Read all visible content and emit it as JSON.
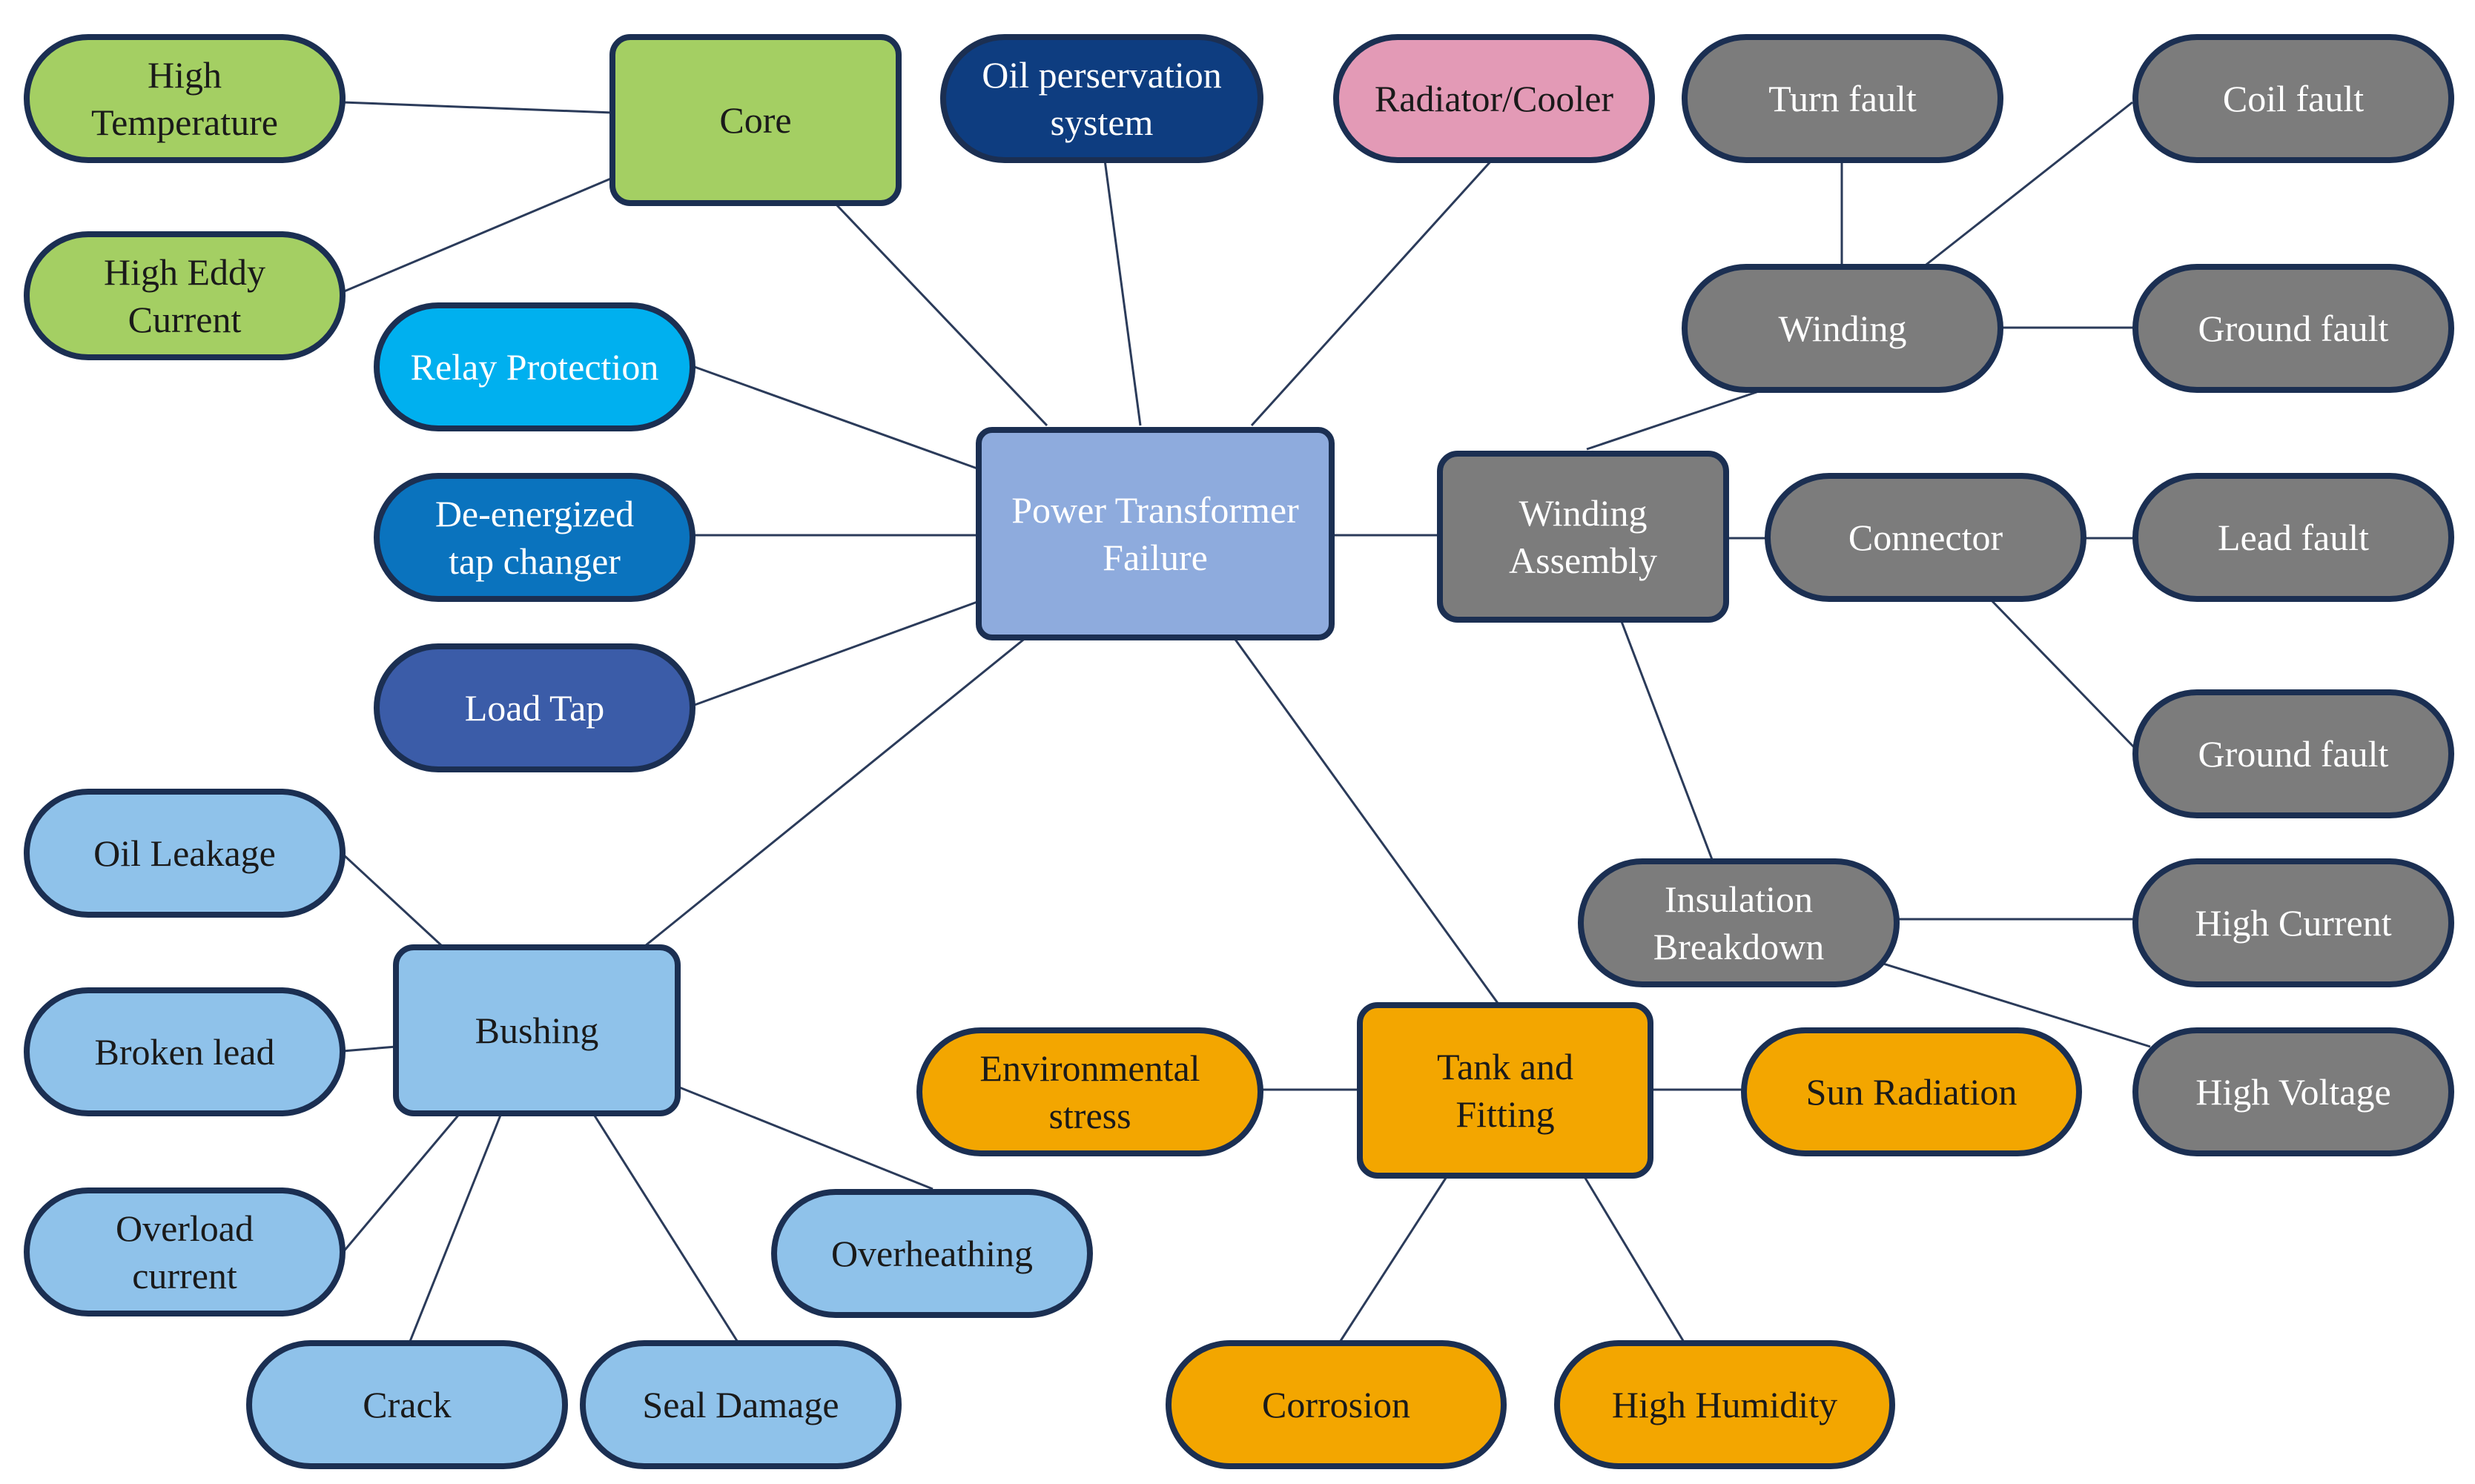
{
  "palette": {
    "green": "#a4cf63",
    "navy": "#0e3d80",
    "pink": "#e39ab6",
    "gray": "#7c7c7c",
    "center": "#8eabdd",
    "cyan": "#00b0ef",
    "blue": "#0a73be",
    "royal": "#3b5ca8",
    "lightblue": "#8fc2ea",
    "orange": "#f3a600",
    "stroke": "#1b2f52",
    "line": "#2b3b5a",
    "text_dark": "#1a1a1a",
    "text_light": "#ffffff"
  },
  "nodes": {
    "power_transformer_failure": {
      "label": [
        "Power Transformer",
        "Failure"
      ],
      "color": "center"
    },
    "core": {
      "label": [
        "Core"
      ],
      "color": "green"
    },
    "high_temperature": {
      "label": [
        "High",
        "Temperature"
      ],
      "color": "green"
    },
    "high_eddy_current": {
      "label": [
        "High Eddy",
        "Current"
      ],
      "color": "green"
    },
    "oil_preservation_system": {
      "label": [
        "Oil perservation",
        "system"
      ],
      "color": "navy"
    },
    "radiator_cooler": {
      "label": [
        "Radiator/Cooler"
      ],
      "color": "pink"
    },
    "relay_protection": {
      "label": [
        "Relay Protection"
      ],
      "color": "cyan"
    },
    "de_energized_tap_changer": {
      "label": [
        "De-energized",
        "tap changer"
      ],
      "color": "blue"
    },
    "load_tap": {
      "label": [
        "Load Tap"
      ],
      "color": "royal"
    },
    "winding_assembly": {
      "label": [
        "Winding",
        "Assembly"
      ],
      "color": "gray"
    },
    "winding": {
      "label": [
        "Winding"
      ],
      "color": "gray"
    },
    "turn_fault": {
      "label": [
        "Turn fault"
      ],
      "color": "gray"
    },
    "coil_fault": {
      "label": [
        "Coil fault"
      ],
      "color": "gray"
    },
    "ground_fault_winding": {
      "label": [
        "Ground fault"
      ],
      "color": "gray"
    },
    "connector": {
      "label": [
        "Connector"
      ],
      "color": "gray"
    },
    "lead_fault": {
      "label": [
        "Lead fault"
      ],
      "color": "gray"
    },
    "ground_fault_connector": {
      "label": [
        "Ground fault"
      ],
      "color": "gray"
    },
    "insulation_breakdown": {
      "label": [
        "Insulation",
        "Breakdown"
      ],
      "color": "gray"
    },
    "high_current": {
      "label": [
        "High Current"
      ],
      "color": "gray"
    },
    "high_voltage": {
      "label": [
        "High Voltage"
      ],
      "color": "gray"
    },
    "bushing": {
      "label": [
        "Bushing"
      ],
      "color": "lightblue"
    },
    "oil_leakage": {
      "label": [
        "Oil Leakage"
      ],
      "color": "lightblue"
    },
    "broken_lead": {
      "label": [
        "Broken lead"
      ],
      "color": "lightblue"
    },
    "overload_current": {
      "label": [
        "Overload",
        "current"
      ],
      "color": "lightblue"
    },
    "crack": {
      "label": [
        "Crack"
      ],
      "color": "lightblue"
    },
    "seal_damage": {
      "label": [
        "Seal Damage"
      ],
      "color": "lightblue"
    },
    "overheathing": {
      "label": [
        "Overheathing"
      ],
      "color": "lightblue"
    },
    "tank_and_fitting": {
      "label": [
        "Tank and",
        "Fitting"
      ],
      "color": "orange"
    },
    "environmental_stress": {
      "label": [
        "Environmental",
        "stress"
      ],
      "color": "orange"
    },
    "sun_radiation": {
      "label": [
        "Sun Radiation"
      ],
      "color": "orange"
    },
    "corrosion": {
      "label": [
        "Corrosion"
      ],
      "color": "orange"
    },
    "high_humidity": {
      "label": [
        "High Humidity"
      ],
      "color": "orange"
    }
  },
  "edges": [
    [
      "power_transformer_failure",
      "core"
    ],
    [
      "core",
      "high_temperature"
    ],
    [
      "core",
      "high_eddy_current"
    ],
    [
      "power_transformer_failure",
      "oil_preservation_system"
    ],
    [
      "power_transformer_failure",
      "radiator_cooler"
    ],
    [
      "power_transformer_failure",
      "relay_protection"
    ],
    [
      "power_transformer_failure",
      "de_energized_tap_changer"
    ],
    [
      "power_transformer_failure",
      "load_tap"
    ],
    [
      "power_transformer_failure",
      "winding_assembly"
    ],
    [
      "winding_assembly",
      "winding"
    ],
    [
      "winding",
      "turn_fault"
    ],
    [
      "winding",
      "coil_fault"
    ],
    [
      "winding",
      "ground_fault_winding"
    ],
    [
      "winding_assembly",
      "connector"
    ],
    [
      "connector",
      "lead_fault"
    ],
    [
      "connector",
      "ground_fault_connector"
    ],
    [
      "winding_assembly",
      "insulation_breakdown"
    ],
    [
      "insulation_breakdown",
      "high_current"
    ],
    [
      "insulation_breakdown",
      "high_voltage"
    ],
    [
      "power_transformer_failure",
      "bushing"
    ],
    [
      "bushing",
      "oil_leakage"
    ],
    [
      "bushing",
      "broken_lead"
    ],
    [
      "bushing",
      "overload_current"
    ],
    [
      "bushing",
      "crack"
    ],
    [
      "bushing",
      "seal_damage"
    ],
    [
      "bushing",
      "overheathing"
    ],
    [
      "power_transformer_failure",
      "tank_and_fitting"
    ],
    [
      "tank_and_fitting",
      "environmental_stress"
    ],
    [
      "tank_and_fitting",
      "sun_radiation"
    ],
    [
      "tank_and_fitting",
      "corrosion"
    ],
    [
      "tank_and_fitting",
      "high_humidity"
    ]
  ]
}
